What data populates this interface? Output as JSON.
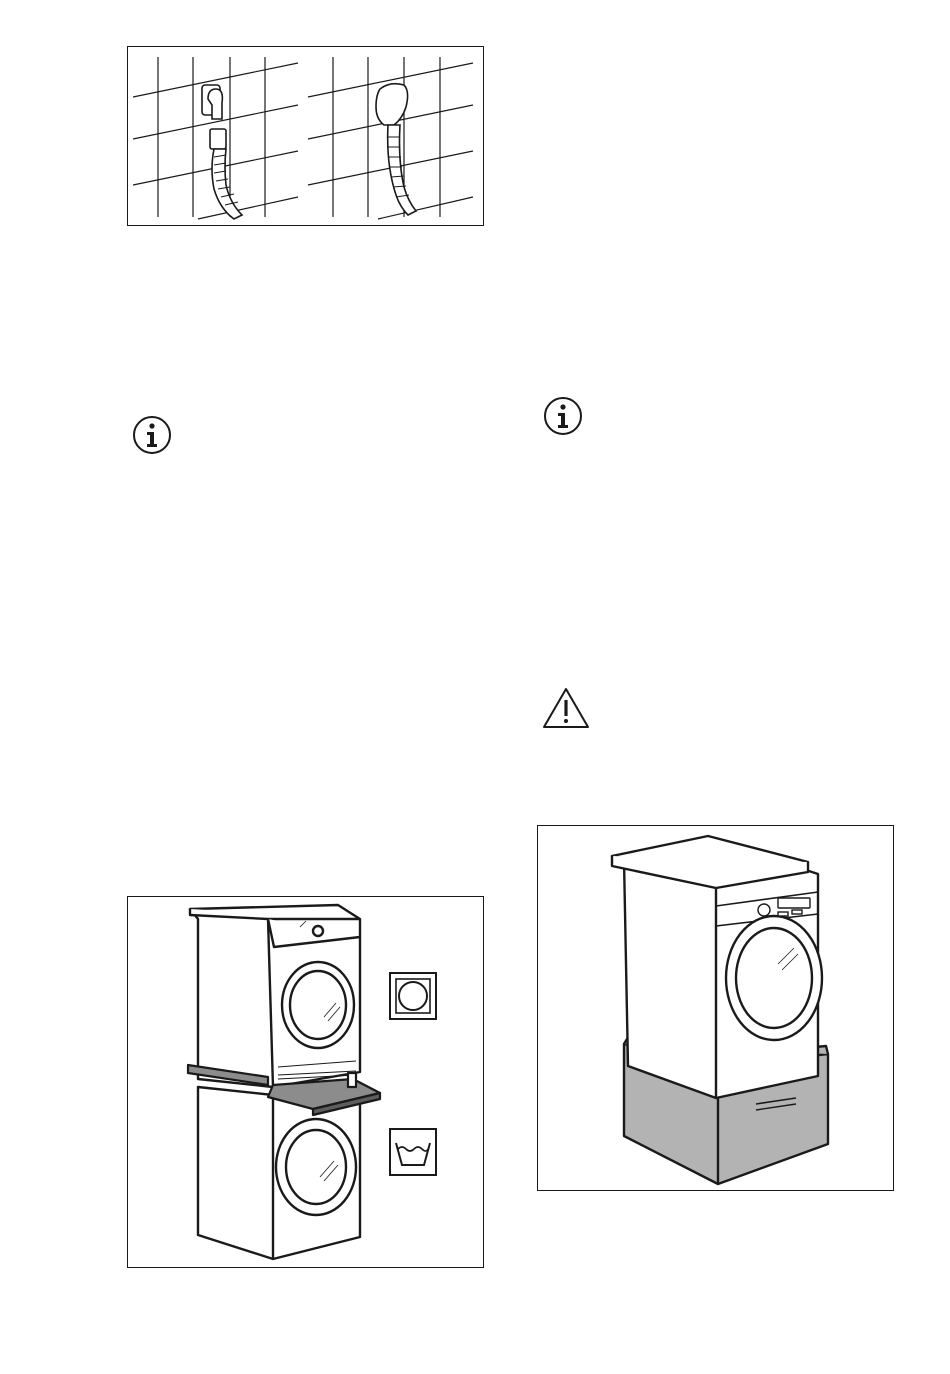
{
  "page": {
    "background": "#ffffff",
    "ink_color": "#1a1a1a",
    "pedestal_fill": "#b3b3b3"
  },
  "figures": [
    {
      "id": "hose-connection",
      "description_icon": "wall-tap-hose-icon"
    },
    {
      "id": "stacking-kit",
      "description_icon": "stacked-dryer-washer-icon"
    },
    {
      "id": "pedestal",
      "description_icon": "dryer-on-pedestal-icon"
    }
  ],
  "symbols": {
    "info": "info-icon",
    "warning": "warning-triangle-icon",
    "dryer_symbol": "tumble-dryer-symbol-icon",
    "washer_symbol": "washing-tub-symbol-icon"
  }
}
